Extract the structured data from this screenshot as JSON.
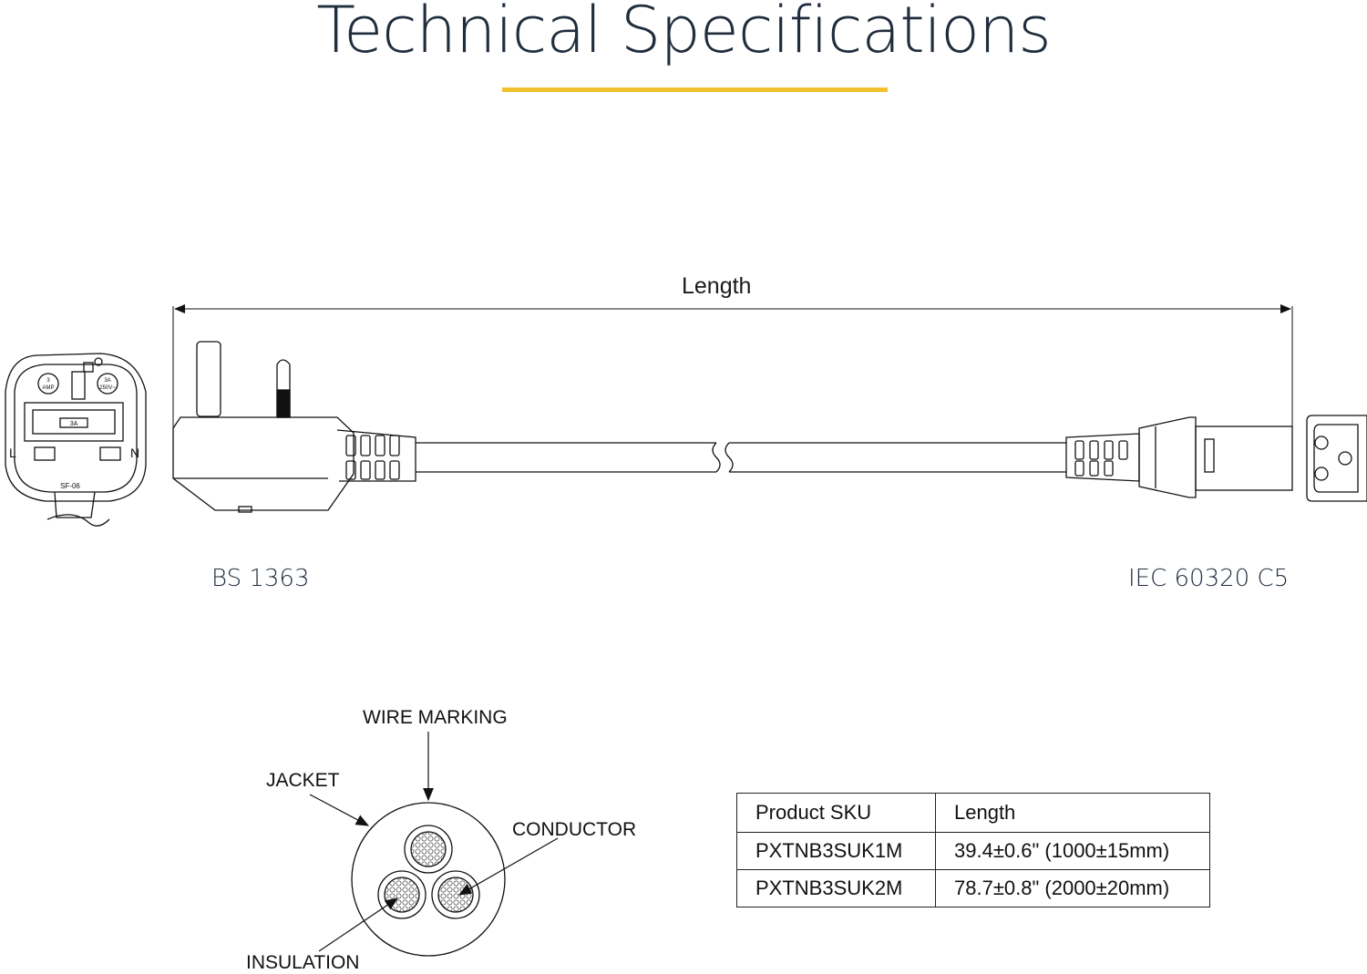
{
  "header": {
    "title": "Technical Specifications",
    "accent_color": "#f2c12e"
  },
  "drawing": {
    "length_label": "Length",
    "left_connector": "BS 1363",
    "right_connector": "IEC 60320 C5",
    "plug_face": {
      "fuse_rating": "3 AMP",
      "fuse_rating_top": "3",
      "fuse_rating_bottom": "AMP",
      "voltage_top": "3A",
      "voltage_bottom": "250V~",
      "fuse_label": "3A",
      "live": "L",
      "neutral": "N",
      "model": "SF-06"
    }
  },
  "cross_section": {
    "wire_marking": "WIRE MARKING",
    "jacket": "JACKET",
    "conductor": "CONDUCTOR",
    "insulation": "INSULATION"
  },
  "table": {
    "headers": [
      "Product SKU",
      "Length"
    ],
    "rows": [
      [
        "PXTNB3SUK1M",
        "39.4±0.6\" (1000±15mm)"
      ],
      [
        "PXTNB3SUK2M",
        "78.7±0.8\" (2000±20mm)"
      ]
    ]
  }
}
